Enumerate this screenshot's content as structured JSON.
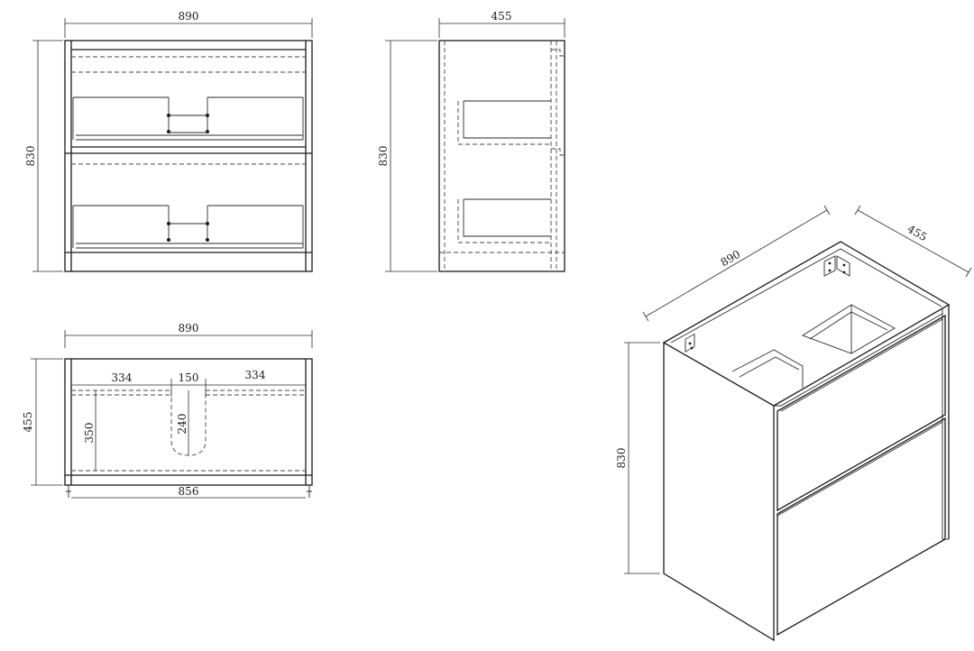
{
  "front_view": {
    "width_label": "890",
    "height_label": "830"
  },
  "side_view": {
    "depth_label": "455",
    "height_label": "830"
  },
  "top_view": {
    "width_label": "890",
    "depth_label": "455",
    "left_section_label": "334",
    "middle_section_label": "150",
    "right_section_label": "334",
    "notch_depth_label": "240",
    "inner_depth_label": "350",
    "inner_width_label": "856"
  },
  "isometric_view": {
    "width_label": "890",
    "depth_label": "455",
    "height_label": "830"
  }
}
